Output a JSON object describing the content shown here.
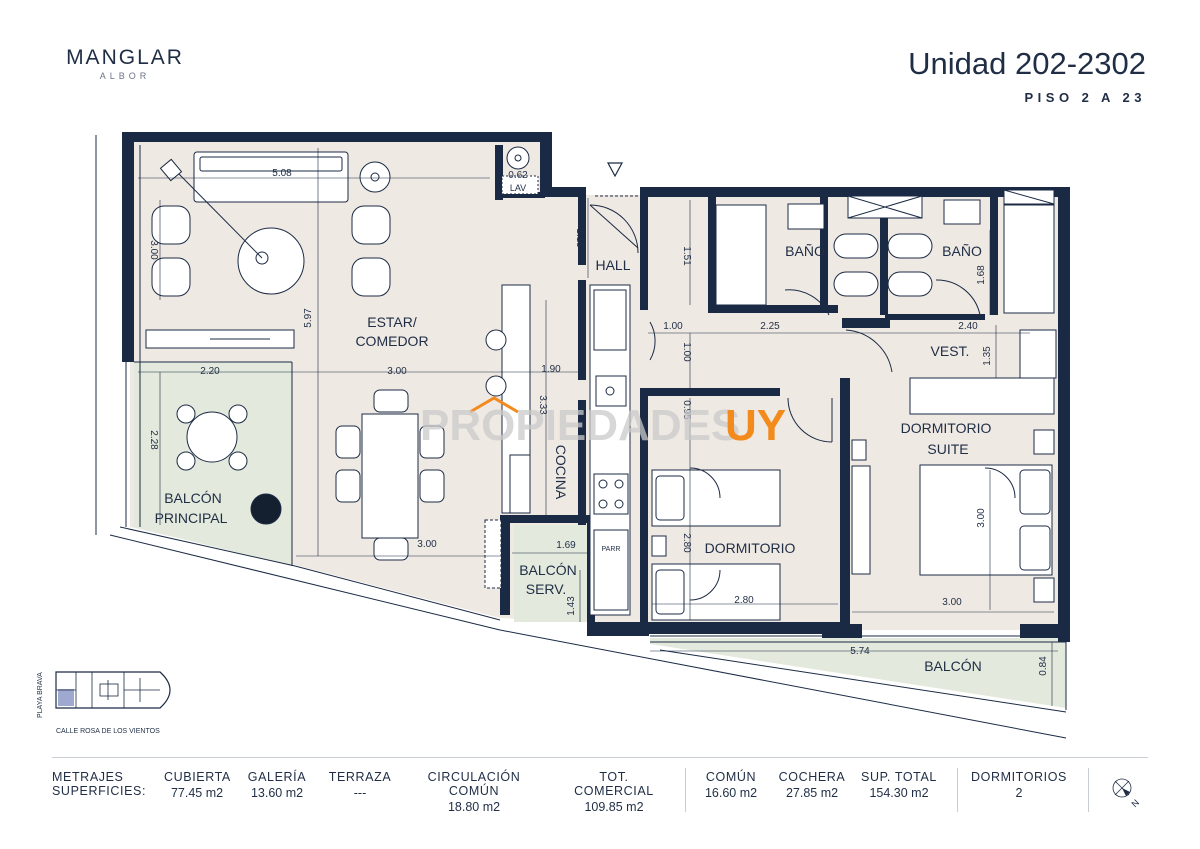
{
  "brand": {
    "name": "MANGLAR",
    "sub": "ALBOR"
  },
  "unit": {
    "title": "Unidad 202-2302",
    "floor": "PISO 2 A 23"
  },
  "rooms": {
    "estar": [
      "ESTAR/",
      "COMEDOR"
    ],
    "hall": "HALL",
    "cocina": "COCINA",
    "bano1": "BAÑO",
    "bano2": "BAÑO",
    "vest": "VEST.",
    "suite": [
      "DORMITORIO",
      "SUITE"
    ],
    "dormitorio": "DORMITORIO",
    "balcon_principal": [
      "BALCÓN",
      "PRINCIPAL"
    ],
    "balcon_serv": [
      "BALCÓN",
      "SERV."
    ],
    "balcon": "BALCÓN",
    "lav": "LAV",
    "parr": "PARR"
  },
  "dimensions": {
    "d508": "5.08",
    "d062": "0.62",
    "d300a": "3.00",
    "d597": "5.97",
    "d220": "2.20",
    "d300b": "3.00",
    "d190": "1.90",
    "d228": "2.28",
    "d300c": "3.00",
    "d115": "1.15",
    "d151": "1.51",
    "d333": "3.33",
    "d100a": "1.00",
    "d100b": "1.00",
    "d225": "2.25",
    "d240": "2.40",
    "d168": "1.68",
    "d135": "1.35",
    "d095": "0.95",
    "d280a": "2.80",
    "d280b": "2.80",
    "d169": "1.69",
    "d143": "1.43",
    "d300d": "3.00",
    "d300e": "3.00",
    "d574": "5.74",
    "d084": "0.84"
  },
  "watermark": {
    "left": "PROPIEDADES",
    "right": "UY"
  },
  "keyplan": {
    "side_label": "PLAYA BRAVA",
    "street": "CALLE ROSA DE LOS VIENTOS"
  },
  "footer": {
    "heading": [
      "METRAJES",
      "SUPERFICIES:"
    ],
    "cubierta": {
      "label": "CUBIERTA",
      "value": "77.45 m2"
    },
    "galeria": {
      "label": "GALERÍA",
      "value": "13.60 m2"
    },
    "terraza": {
      "label": "TERRAZA",
      "value": "---"
    },
    "circulacion": {
      "label": "CIRCULACIÓN COMÚN",
      "value": "18.80 m2"
    },
    "tot_comercial": {
      "label": "TOT. COMERCIAL",
      "value": "109.85 m2"
    },
    "comun": {
      "label": "COMÚN",
      "value": "16.60 m2"
    },
    "cochera": {
      "label": "COCHERA",
      "value": "27.85 m2"
    },
    "sup_total": {
      "label": "SUP. TOTAL",
      "value": "154.30 m2"
    },
    "dormitorios": {
      "label": "DORMITORIOS",
      "value": "2"
    },
    "compass_letter": "N"
  },
  "colors": {
    "ink": "#1f2d45",
    "wall": "#1b2a44",
    "floor": "#efe9e3",
    "balcony": "#e3e9dd",
    "watermark_gray": "#c9c9c9",
    "watermark_orange": "#f28a1c"
  }
}
